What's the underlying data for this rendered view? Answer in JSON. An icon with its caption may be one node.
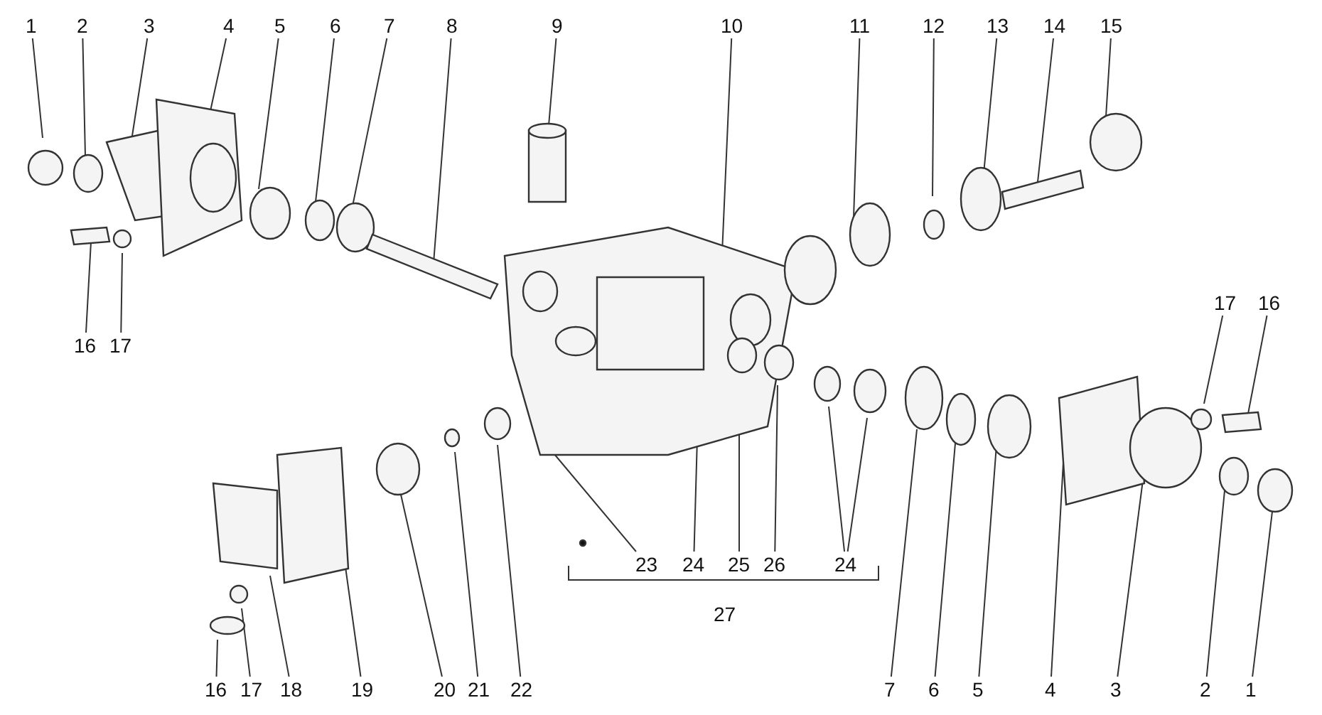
{
  "diagram": {
    "nodes": [
      {
        "text": [
          "1"
        ]
      },
      {
        "text": [
          "2"
        ]
      },
      {
        "text": [
          "3"
        ]
      },
      {
        "text": [
          "4"
        ]
      },
      {
        "text": [
          "5"
        ]
      },
      {
        "text": [
          "6"
        ]
      },
      {
        "text": [
          "7"
        ]
      },
      {
        "text": [
          "8"
        ]
      },
      {
        "text": [
          "9"
        ]
      },
      {
        "text": [
          "10"
        ]
      },
      {
        "text": [
          "11"
        ]
      },
      {
        "text": [
          "12"
        ]
      },
      {
        "text": [
          "13"
        ]
      },
      {
        "text": [
          "14"
        ]
      },
      {
        "text": [
          "15"
        ]
      },
      {
        "text": [
          "16"
        ]
      },
      {
        "text": [
          "17"
        ]
      },
      {
        "text": [
          "17"
        ]
      },
      {
        "text": [
          "16"
        ]
      },
      {
        "text": [
          "23"
        ]
      },
      {
        "text": [
          "24"
        ]
      },
      {
        "text": [
          "25"
        ]
      },
      {
        "text": [
          "26"
        ]
      },
      {
        "text": [
          "24"
        ]
      },
      {
        "text": [
          "16"
        ]
      },
      {
        "text": [
          "17"
        ]
      },
      {
        "text": [
          "18"
        ]
      },
      {
        "text": [
          "19"
        ]
      },
      {
        "text": [
          "20"
        ]
      },
      {
        "text": [
          "21"
        ]
      },
      {
        "text": [
          "22"
        ]
      },
      {
        "text": [
          "7"
        ]
      },
      {
        "text": [
          "6"
        ]
      },
      {
        "text": [
          "5"
        ]
      },
      {
        "text": [
          "4"
        ]
      },
      {
        "text": [
          "3"
        ]
      },
      {
        "text": [
          "2"
        ]
      },
      {
        "text": [
          "1"
        ]
      }
    ],
    "edges": [
      {
        "from": 0,
        "to": null,
        "arrow": "none"
      },
      {
        "from": 1,
        "to": null,
        "arrow": "none"
      },
      {
        "from": 2,
        "to": null,
        "arrow": "none"
      },
      {
        "from": 3,
        "to": null,
        "arrow": "none"
      },
      {
        "from": 4,
        "to": null,
        "arrow": "none"
      },
      {
        "from": 5,
        "to": null,
        "arrow": "none"
      },
      {
        "from": 6,
        "to": null,
        "arrow": "none"
      },
      {
        "from": 7,
        "to": null,
        "arrow": "none"
      },
      {
        "from": 8,
        "to": null,
        "arrow": "none"
      },
      {
        "from": 9,
        "to": null,
        "arrow": "none"
      },
      {
        "from": 10,
        "to": null,
        "arrow": "none"
      },
      {
        "from": 11,
        "to": null,
        "arrow": "none"
      },
      {
        "from": 12,
        "to": null,
        "arrow": "none"
      },
      {
        "from": 13,
        "to": null,
        "arrow": "none"
      },
      {
        "from": 14,
        "to": null,
        "arrow": "none"
      },
      {
        "from": 15,
        "to": null,
        "arrow": "none"
      },
      {
        "from": 16,
        "to": null,
        "arrow": "none"
      },
      {
        "from": 17,
        "to": null,
        "arrow": "none"
      },
      {
        "from": 18,
        "to": null,
        "arrow": "none"
      },
      {
        "from": 19,
        "to": null,
        "arrow": "none"
      },
      {
        "from": 20,
        "to": null,
        "arrow": "none"
      },
      {
        "from": 21,
        "to": null,
        "arrow": "none"
      },
      {
        "from": 22,
        "to": null,
        "arrow": "none"
      },
      {
        "from": 23,
        "to": null,
        "arrow": "none"
      },
      {
        "from": 23,
        "to": null,
        "arrow": "none"
      },
      {
        "from": 24,
        "to": null,
        "arrow": "none"
      },
      {
        "from": 25,
        "to": null,
        "arrow": "none"
      },
      {
        "from": 26,
        "to": null,
        "arrow": "none"
      },
      {
        "from": 27,
        "to": null,
        "arrow": "none"
      },
      {
        "from": 28,
        "to": null,
        "arrow": "none"
      },
      {
        "from": 29,
        "to": null,
        "arrow": "none"
      },
      {
        "from": 30,
        "to": null,
        "arrow": "none"
      },
      {
        "from": 31,
        "to": null,
        "arrow": "none"
      },
      {
        "from": 32,
        "to": null,
        "arrow": "none"
      },
      {
        "from": 33,
        "to": null,
        "arrow": "none"
      },
      {
        "from": 34,
        "to": null,
        "arrow": "none"
      },
      {
        "from": 35,
        "to": null,
        "arrow": "none"
      },
      {
        "from": 36,
        "to": null,
        "arrow": "none"
      },
      {
        "from": 37,
        "to": null,
        "arrow": "none"
      }
    ],
    "labels": [
      "27"
    ]
  }
}
